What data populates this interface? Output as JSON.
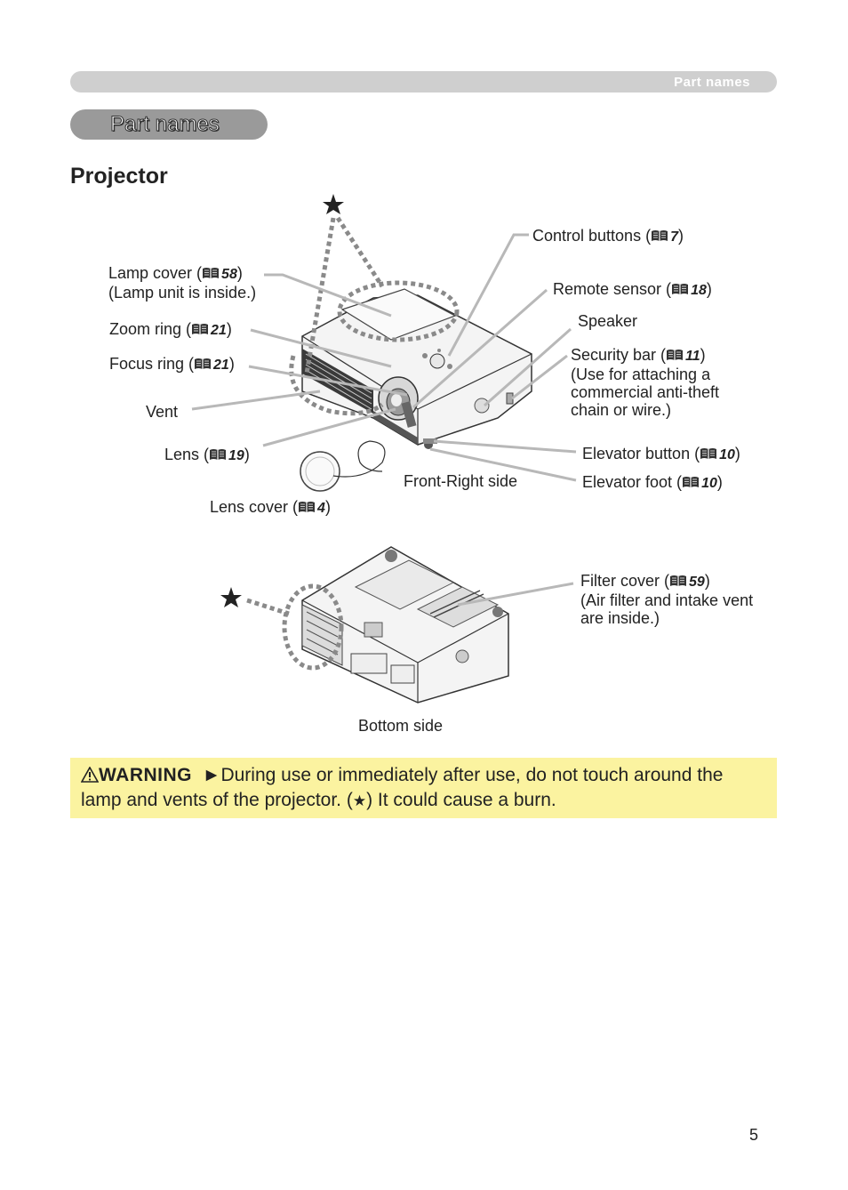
{
  "header": {
    "section_label": "Part names"
  },
  "section": {
    "title": "Part names"
  },
  "heading": "Projector",
  "labels": {
    "control_buttons": {
      "text": "Control buttons (",
      "ref": "7",
      "close": ")"
    },
    "lamp_cover": {
      "text": "Lamp cover (",
      "ref": "58",
      "close": ")",
      "line2": "(Lamp unit is inside.)"
    },
    "remote_sensor": {
      "text": "Remote sensor (",
      "ref": "18",
      "close": ")"
    },
    "speaker": "Speaker",
    "zoom_ring": {
      "text": "Zoom ring (",
      "ref": "21",
      "close": ")"
    },
    "security_bar": {
      "text": "Security bar (",
      "ref": "11",
      "close": ")",
      "line2": "(Use for attaching a",
      "line3": "commercial anti-theft",
      "line4": "chain or wire.)"
    },
    "focus_ring": {
      "text": "Focus ring (",
      "ref": "21",
      "close": ")"
    },
    "vent": "Vent",
    "lens": {
      "text": "Lens (",
      "ref": "19",
      "close": ")"
    },
    "elevator_button": {
      "text": "Elevator button (",
      "ref": "10",
      "close": ")"
    },
    "front_right_side": "Front-Right side",
    "elevator_foot": {
      "text": "Elevator foot (",
      "ref": "10",
      "close": ")"
    },
    "lens_cover": {
      "text": "Lens cover (",
      "ref": "4",
      "close": ")"
    },
    "filter_cover": {
      "text": "Filter cover (",
      "ref": "59",
      "close": ")",
      "line2": "(Air filter and intake vent",
      "line3": "are inside.)"
    },
    "bottom_side": "Bottom side"
  },
  "warning": {
    "word": "WARNING",
    "line1": "►During use or immediately after use, do not touch around the",
    "line2_a": "lamp and vents of the projector. (",
    "star": "★",
    "line2_b": ") It could cause a burn."
  },
  "page_number": "5",
  "colors": {
    "warning_bg": "#fbf3a0",
    "header_bar": "#cfcfcf",
    "section_pill": "#9a9a9a",
    "leader": "#b8b8b8",
    "dotted": "#8a8a8a"
  }
}
